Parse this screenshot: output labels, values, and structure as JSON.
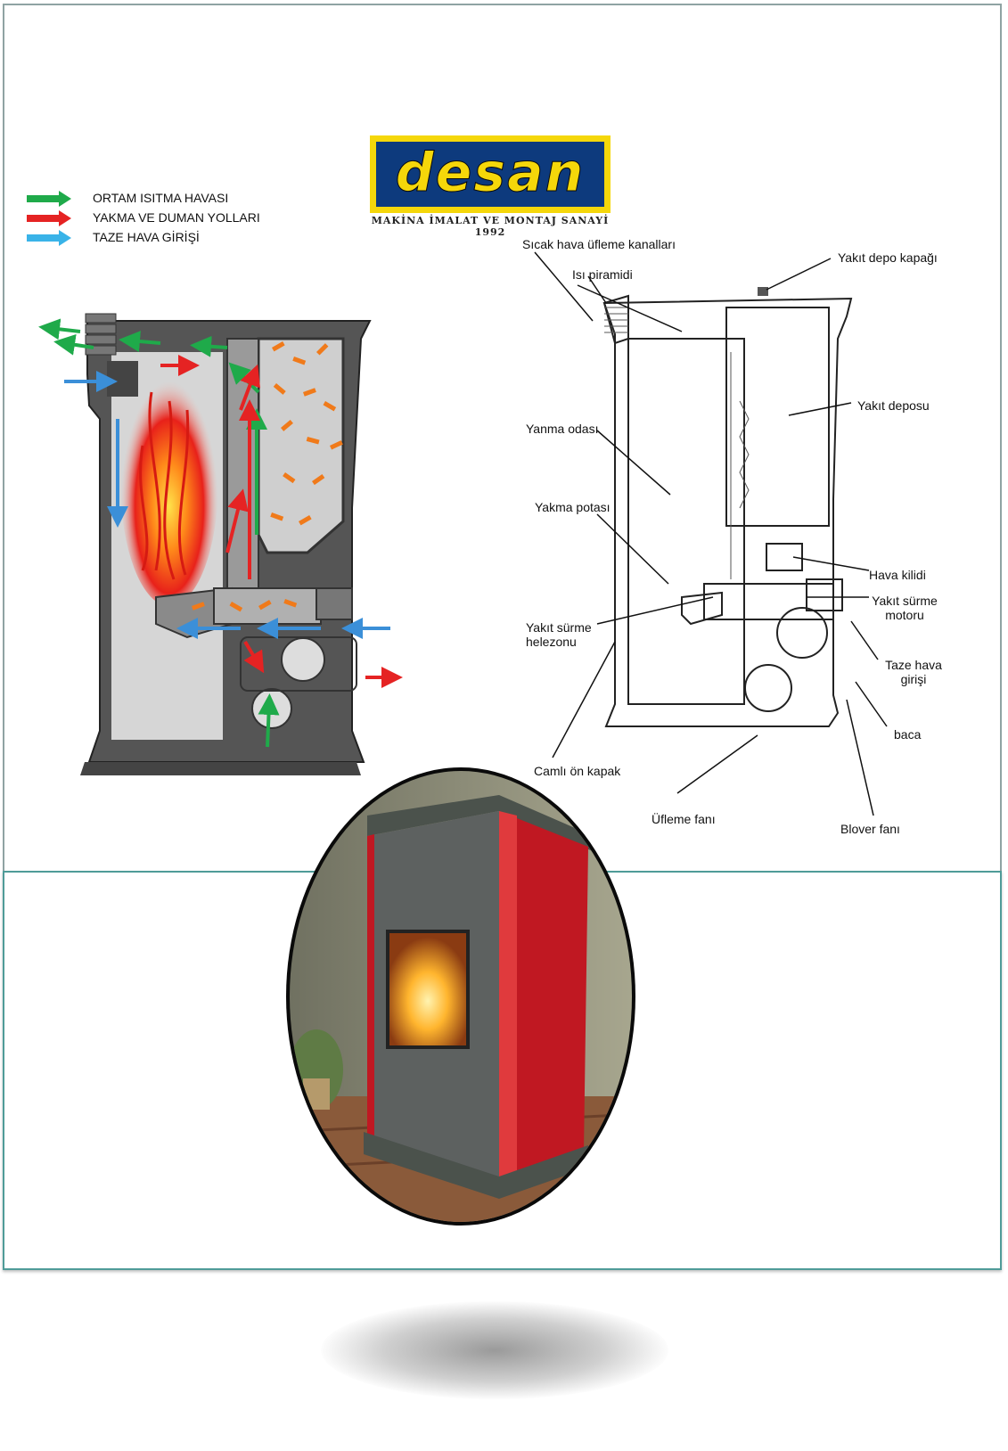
{
  "logo": {
    "brand": "desan",
    "subtitle": "MAKİNA  İMALAT  VE MONTAJ  SANAYİ  1992"
  },
  "legend": [
    {
      "label": "ORTAM ISITMA HAVASI",
      "color": "#1faa4a"
    },
    {
      "label": "YAKMA VE DUMAN YOLLARI",
      "color": "#e52323"
    },
    {
      "label": "TAZE HAVA GİRİŞİ",
      "color": "#39b3e8"
    }
  ],
  "labels": {
    "sicak_hava": "Sıcak hava  üfleme kanalları",
    "isi_piramidi": "Isı piramidi",
    "yakit_depo_kapagi": "Yakıt depo kapağı",
    "yakit_deposu": "Yakıt deposu",
    "yanma_odasi": "Yanma odası",
    "yakma_potasi": "Yakma potası",
    "hava_kilidi": "Hava kilidi",
    "yakit_surme_motoru_1": "Yakıt sürme",
    "yakit_surme_motoru_2": "motoru",
    "yakit_surme_helezonu_1": "Yakıt sürme",
    "yakit_surme_helezonu_2": "helezonu",
    "taze_hava_girisi_1": "Taze hava",
    "taze_hava_girisi_2": "girişi",
    "baca": "baca",
    "camli_on_kapak": "Camlı ön kapak",
    "ufleme_fani": "Üfleme fanı",
    "blover_fani": "Blover  fanı"
  },
  "colors": {
    "heating_air": "#1faa4a",
    "combustion": "#e52323",
    "fresh_air": "#3b8fd8",
    "pellets": "#f07a1a",
    "stove_red": "#c01822",
    "logo_yellow": "#f5d70a",
    "logo_blue": "#0d3a7d"
  }
}
